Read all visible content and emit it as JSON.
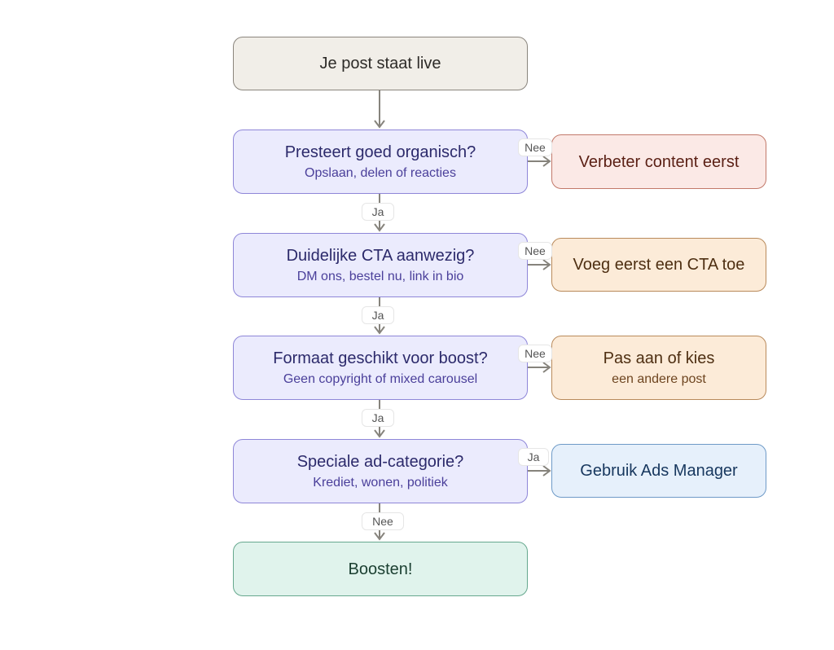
{
  "diagram": {
    "type": "flowchart",
    "nodes": {
      "start": {
        "title": "Je post staat live"
      },
      "q1": {
        "title": "Presteert goed organisch?",
        "subtitle": "Opslaan, delen of reacties"
      },
      "q2": {
        "title": "Duidelijke CTA aanwezig?",
        "subtitle": "DM ons, bestel nu, link in bio"
      },
      "q3": {
        "title": "Formaat geschikt voor boost?",
        "subtitle": "Geen copyright of mixed carousel"
      },
      "q4": {
        "title": "Speciale ad-categorie?",
        "subtitle": "Krediet, wonen, politiek"
      },
      "end": {
        "title": "Boosten!"
      },
      "r1": {
        "title": "Verbeter content eerst"
      },
      "r2": {
        "title": "Voeg eerst een CTA toe"
      },
      "r3": {
        "title": "Pas aan of kies",
        "subtitle": "een andere post"
      },
      "r4": {
        "title": "Gebruik Ads Manager"
      }
    },
    "edges": [
      {
        "from": "start",
        "to": "q1",
        "label": ""
      },
      {
        "from": "q1",
        "to": "q2",
        "label": "Ja"
      },
      {
        "from": "q2",
        "to": "q3",
        "label": "Ja"
      },
      {
        "from": "q3",
        "to": "q4",
        "label": "Ja"
      },
      {
        "from": "q4",
        "to": "end",
        "label": "Nee"
      },
      {
        "from": "q1",
        "to": "r1",
        "label": "Nee"
      },
      {
        "from": "q2",
        "to": "r2",
        "label": "Nee"
      },
      {
        "from": "q3",
        "to": "r3",
        "label": "Nee"
      },
      {
        "from": "q4",
        "to": "r4",
        "label": "Ja"
      }
    ],
    "colors": {
      "edge": "#86837c",
      "start_fill": "#f1eee8",
      "decision_fill": "#ebebfd",
      "error_fill": "#fbe9e6",
      "warning_fill": "#fcebd8",
      "info_fill": "#e6f0fb",
      "success_fill": "#e0f3ec"
    }
  }
}
